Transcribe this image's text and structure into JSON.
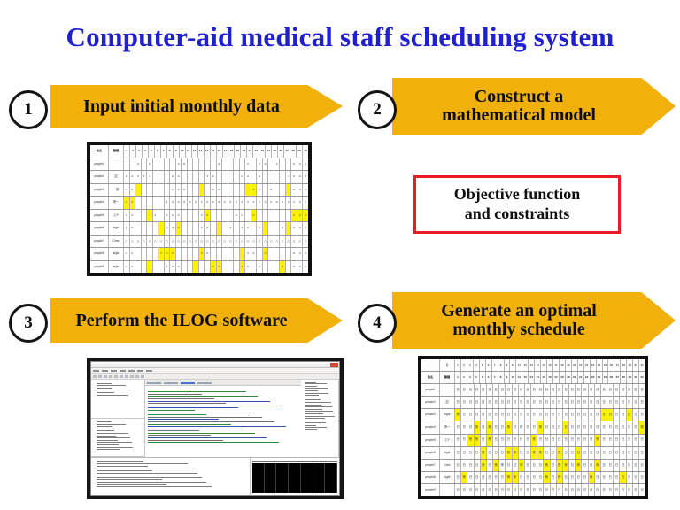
{
  "slide": {
    "title": "Computer-aid medical staff scheduling system",
    "title_color": "#2020cf",
    "background": "#ffffff",
    "arrow_color": "#F2B10A",
    "highlight_color": "#FFF200",
    "red_border_color": "#ee1b24"
  },
  "steps": [
    {
      "number": "1",
      "label": "Input initial monthly data"
    },
    {
      "number": "2",
      "label_line1": "Construct a",
      "label_line2": "mathematical model"
    },
    {
      "number": "3",
      "label": "Perform the ILOG software"
    },
    {
      "number": "4",
      "label_line1": "Generate an optimal",
      "label_line2": "monthly schedule"
    }
  ],
  "objective_box": {
    "line1": "Objective function",
    "line2": "and constraints"
  },
  "input_table": {
    "caption": "Scanned monthly staff request spreadsheet with yellow highlighted cells",
    "header_row": [
      "姓名",
      "職種",
      "1",
      "2",
      "3",
      "4",
      "5",
      "6",
      "7",
      "8",
      "9",
      "10",
      "11",
      "12",
      "13",
      "14",
      "15",
      "16",
      "17",
      "18",
      "19",
      "20",
      "21",
      "22",
      "23",
      "24",
      "25",
      "26",
      "27",
      "28",
      "29",
      "30"
    ],
    "rows": [
      {
        "name": "people1",
        "role": "",
        "cells": [
          "",
          "",
          "o",
          "",
          "x",
          "",
          "",
          "",
          "",
          "o",
          "o",
          "",
          "",
          "",
          "",
          "",
          "o",
          "",
          "",
          "",
          "",
          "x",
          "",
          "x",
          "o",
          "",
          "o",
          "",
          "",
          "o",
          "o",
          "o"
        ],
        "hi": []
      },
      {
        "name": "people2",
        "role": "記",
        "cells": [
          "o",
          "o",
          "x",
          "x",
          "○",
          "",
          "",
          "",
          "o",
          "o",
          "",
          "",
          "",
          "",
          "x",
          "o",
          "",
          "",
          "",
          "",
          "o",
          "o",
          "",
          "o",
          "",
          "",
          "",
          "",
          "○",
          "o",
          "o",
          "o"
        ],
        "hi": []
      },
      {
        "name": "people3",
        "role": "一般",
        "cells": [
          "o",
          "o",
          "",
          "",
          "",
          "",
          "",
          "",
          "x",
          "o",
          "o",
          "",
          "",
          "",
          "",
          "o",
          "o",
          "",
          "",
          "",
          "",
          "",
          "x",
          "o",
          "",
          "o",
          "",
          "",
          "",
          "o",
          "o",
          "o"
        ],
        "hi": [
          2,
          13,
          21,
          22,
          28
        ]
      },
      {
        "name": "people4",
        "role": "専一",
        "cells": [
          "x",
          "o",
          "",
          "",
          "",
          "",
          "",
          "x",
          "o",
          "o",
          "o",
          "x",
          "o",
          "x",
          "o",
          "x",
          "o",
          "x",
          "o",
          "x",
          "x",
          "x",
          "x",
          "x",
          "o",
          "x",
          "o",
          "x",
          "x",
          "x",
          "o",
          "o"
        ],
        "hi": [
          0,
          1
        ]
      },
      {
        "name": "people5",
        "role": "ステ",
        "cells": [
          "x",
          "o",
          "",
          "",
          "",
          "x",
          "",
          "o",
          "o",
          "o",
          "",
          "",
          "",
          "x",
          "o",
          "",
          "",
          "",
          "",
          "o",
          "o",
          "",
          "o",
          "",
          "",
          "",
          "",
          "",
          "",
          "x",
          "o",
          "o"
        ],
        "hi": [
          4,
          14,
          22,
          29,
          30,
          31
        ]
      },
      {
        "name": "people6",
        "role": "logic",
        "cells": [
          "x",
          "o",
          "",
          "",
          "",
          "",
          "",
          "o",
          "o",
          "o",
          "",
          "",
          "",
          "x",
          "o",
          "",
          "",
          "",
          "x",
          "",
          "o",
          "o",
          "",
          "o",
          "",
          "",
          "",
          "o",
          "",
          "x",
          "o",
          "o"
        ],
        "hi": [
          6,
          9,
          16,
          24,
          28
        ]
      },
      {
        "name": "people7",
        "role": "Crew",
        "cells": [
          "△",
          "△",
          "△",
          "△",
          "△",
          "△",
          "△",
          "△",
          "△",
          "△",
          "△",
          "△",
          "△",
          "△",
          "△",
          "△",
          "△",
          "△",
          "△",
          "△",
          "△",
          "△",
          "△",
          "△",
          "△",
          "△",
          "△",
          "△",
          "△",
          "△",
          "△",
          "△"
        ],
        "hi": []
      },
      {
        "name": "people8",
        "role": "logic",
        "cells": [
          "o",
          "o",
          "",
          "",
          "",
          "",
          "x",
          "o",
          "o",
          "",
          "",
          "",
          "",
          "o",
          "o",
          "",
          "",
          "",
          "",
          "",
          "",
          "x",
          "o",
          "",
          "o",
          "",
          "",
          "",
          "",
          "o",
          "o",
          "o"
        ],
        "hi": [
          6,
          7,
          8,
          13,
          20,
          24
        ]
      },
      {
        "name": "people9",
        "role": "logic",
        "cells": [
          "o",
          "o",
          "",
          "",
          "",
          "",
          "",
          "x",
          "o",
          "o",
          "",
          "",
          "",
          "",
          "",
          "o",
          "o",
          "",
          "",
          "",
          "x",
          "o",
          "",
          "o",
          "",
          "",
          "",
          "o",
          "",
          "o",
          "o",
          "o"
        ],
        "hi": [
          4,
          12,
          15,
          16,
          20,
          27
        ]
      }
    ]
  },
  "output_table": {
    "caption": "Generated optimal monthly schedule with yellow assigned shift cells",
    "day_row": [
      "",
      "日",
      "1",
      "2",
      "3",
      "4",
      "5",
      "6",
      "7",
      "8",
      "9",
      "10",
      "11",
      "12",
      "13",
      "14",
      "15",
      "16",
      "17",
      "18",
      "19",
      "20",
      "21",
      "22",
      "23",
      "24",
      "25",
      "26",
      "27",
      "28",
      "29",
      "30",
      "31"
    ],
    "header_row": [
      "姓名",
      "職種",
      "1",
      "2",
      "3",
      "4",
      "5",
      "6",
      "7",
      "8",
      "9",
      "10",
      "11",
      "12",
      "13",
      "14",
      "15",
      "16",
      "17",
      "18",
      "19",
      "20",
      "21",
      "22",
      "23",
      "24",
      "25",
      "26",
      "27",
      "28",
      "29",
      "30",
      "31"
    ],
    "rows": [
      {
        "name": "people1",
        "role": "",
        "cells": [
          "日",
          "日",
          "日",
          "日",
          "日",
          "日",
          "日",
          "日",
          "日",
          "日",
          "日",
          "日",
          "日",
          "日",
          "日",
          "日",
          "日",
          "日",
          "日",
          "日",
          "日",
          "日",
          "日",
          "日",
          "日",
          "日",
          "日",
          "日",
          "日",
          "日"
        ],
        "hi": []
      },
      {
        "name": "people2",
        "role": "記",
        "cells": [
          "日",
          "日",
          "日",
          "日",
          "日",
          "日",
          "日",
          "日",
          "日",
          "日",
          "日",
          "日",
          "日",
          "日",
          "日",
          "日",
          "日",
          "日",
          "日",
          "日",
          "日",
          "日",
          "日",
          "日",
          "日",
          "日",
          "日",
          "日",
          "日",
          "日"
        ],
        "hi": []
      },
      {
        "name": "people3",
        "role": "night",
        "cells": [
          "夜",
          "日",
          "日",
          "日",
          "日",
          "日",
          "日",
          "日",
          "日",
          "日",
          "日",
          "日",
          "日",
          "日",
          "日",
          "日",
          "日",
          "日",
          "日",
          "日",
          "日",
          "日",
          "日",
          "日",
          "日",
          "日",
          "日",
          "日",
          "日",
          "日"
        ],
        "hi": [
          0,
          23,
          24,
          27
        ]
      },
      {
        "name": "people4",
        "role": "専一",
        "cells": [
          "日",
          "日",
          "日",
          "夜",
          "日",
          "夜",
          "日",
          "日",
          "夜",
          "日",
          "夜",
          "日",
          "日",
          "夜",
          "日",
          "日",
          "日",
          "日",
          "日",
          "日",
          "日",
          "日",
          "日",
          "日",
          "日",
          "日",
          "日",
          "日",
          "日",
          "夜"
        ],
        "hi": [
          3,
          5,
          8,
          13,
          17,
          29
        ]
      },
      {
        "name": "people5",
        "role": "ステ",
        "cells": [
          "日",
          "日",
          "夜",
          "夜",
          "日",
          "夜",
          "日",
          "日",
          "日",
          "日",
          "日",
          "日",
          "夜",
          "日",
          "日",
          "日",
          "日",
          "日",
          "日",
          "日",
          "日",
          "日",
          "夜",
          "日",
          "日",
          "日",
          "日",
          "日",
          "日",
          "日"
        ],
        "hi": [
          2,
          3,
          5,
          12,
          22
        ]
      },
      {
        "name": "people6",
        "role": "night",
        "cells": [
          "日",
          "日",
          "日",
          "日",
          "夜",
          "日",
          "日",
          "日",
          "夜",
          "夜",
          "日",
          "日",
          "夜",
          "夜",
          "日",
          "日",
          "夜",
          "日",
          "日",
          "日",
          "日",
          "日",
          "日",
          "日",
          "日",
          "日",
          "日",
          "日",
          "日",
          "日"
        ],
        "hi": [
          4,
          8,
          9,
          12,
          13,
          16,
          19
        ]
      },
      {
        "name": "people7",
        "role": "Crew",
        "cells": [
          "日",
          "日",
          "日",
          "日",
          "夜",
          "日",
          "夜",
          "夜",
          "日",
          "日",
          "夜",
          "日",
          "日",
          "日",
          "夜",
          "日",
          "夜",
          "夜",
          "日",
          "夜",
          "日",
          "日",
          "夜",
          "日",
          "日",
          "日",
          "日",
          "日",
          "日",
          "日"
        ],
        "hi": [
          4,
          6,
          10,
          14,
          16,
          17,
          19,
          22
        ]
      },
      {
        "name": "people8",
        "role": "night",
        "cells": [
          "日",
          "夜",
          "日",
          "日",
          "日",
          "日",
          "日",
          "日",
          "夜",
          "夜",
          "日",
          "日",
          "日",
          "日",
          "夜",
          "日",
          "夜",
          "日",
          "日",
          "日",
          "日",
          "夜",
          "日",
          "日",
          "日",
          "日",
          "日",
          "日",
          "日",
          "日"
        ],
        "hi": [
          1,
          8,
          9,
          14,
          16,
          21,
          26
        ]
      },
      {
        "name": "people9",
        "role": "",
        "cells": [
          "日",
          "日",
          "日",
          "日",
          "日",
          "日",
          "日",
          "日",
          "日",
          "日",
          "日",
          "日",
          "日",
          "日",
          "日",
          "日",
          "日",
          "日",
          "日",
          "日",
          "日",
          "日",
          "日",
          "日",
          "日",
          "日",
          "日",
          "日",
          "日",
          "日"
        ],
        "hi": []
      }
    ]
  },
  "ide_screenshot": {
    "caption": "ILOG OPL development studio window with project tree, code editor and solution console"
  }
}
